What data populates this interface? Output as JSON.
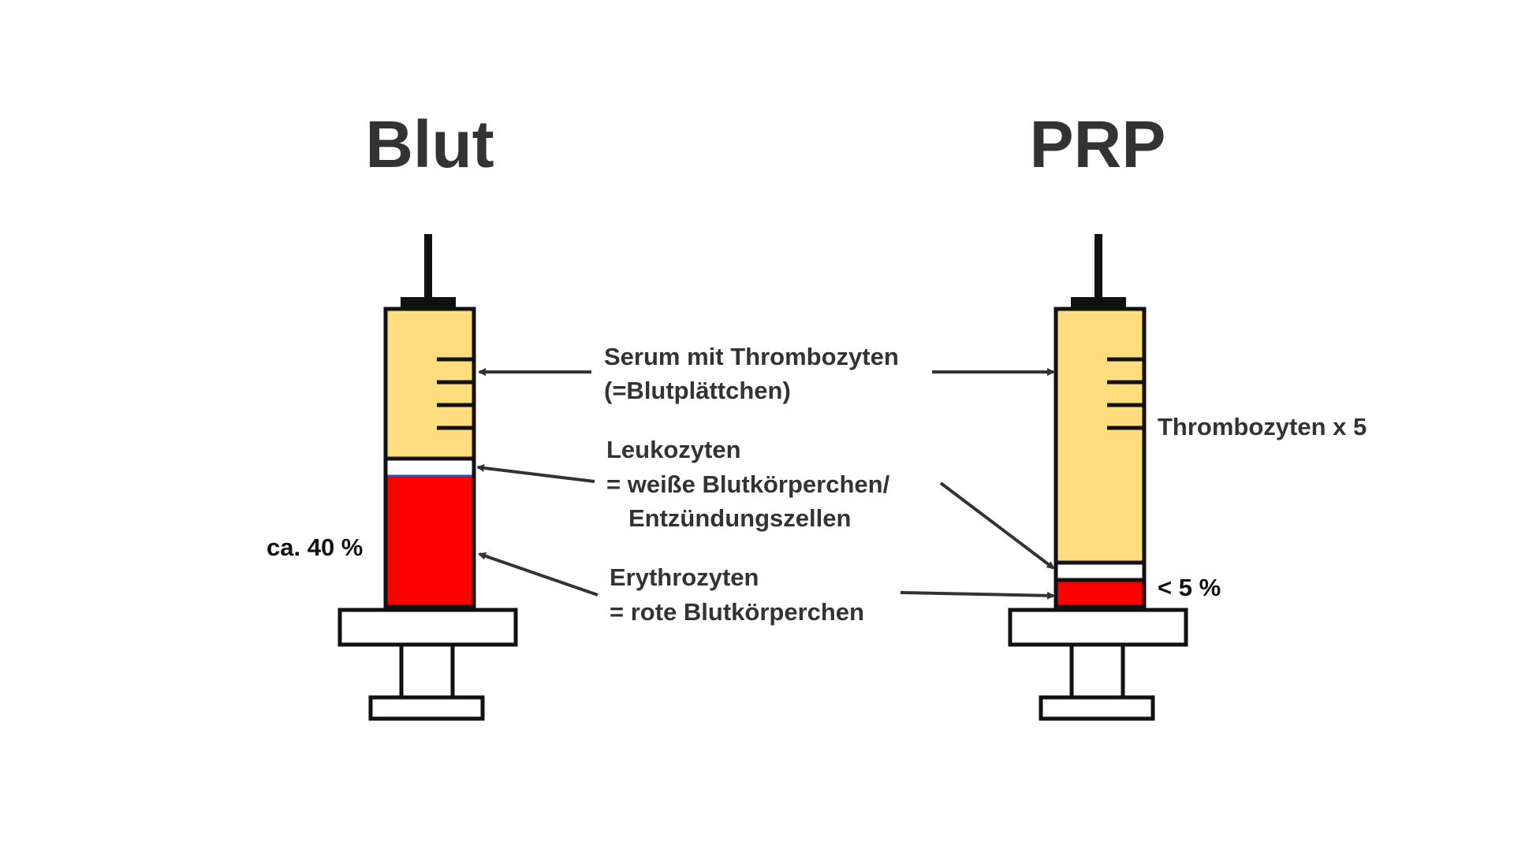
{
  "titles": {
    "left": "Blut",
    "right": "PRP"
  },
  "labels": {
    "serum_line1": "Serum mit Thrombozyten",
    "serum_line2": "(=Blutplättchen)",
    "leuko_line1": "Leukozyten",
    "leuko_line2": "= weiße Blutkörperchen/",
    "leuko_line3": "Entzündungszellen",
    "ery_line1": "Erythrozyten",
    "ery_line2": "= rote Blutkörperchen",
    "blood_percent": "ca. 40 %",
    "prp_percent": "< 5 %",
    "prp_thrombo": "Thrombozyten x 5"
  },
  "colors": {
    "serum": "#FDDD7D",
    "erythrocytes": "#FF0000",
    "leukocytes": "#FFFFFF",
    "outline": "#111111",
    "text": "#333333"
  },
  "syringes": {
    "blood": {
      "erythrocyte_fraction": 0.4
    },
    "prp": {
      "erythrocyte_fraction": 0.05
    }
  }
}
